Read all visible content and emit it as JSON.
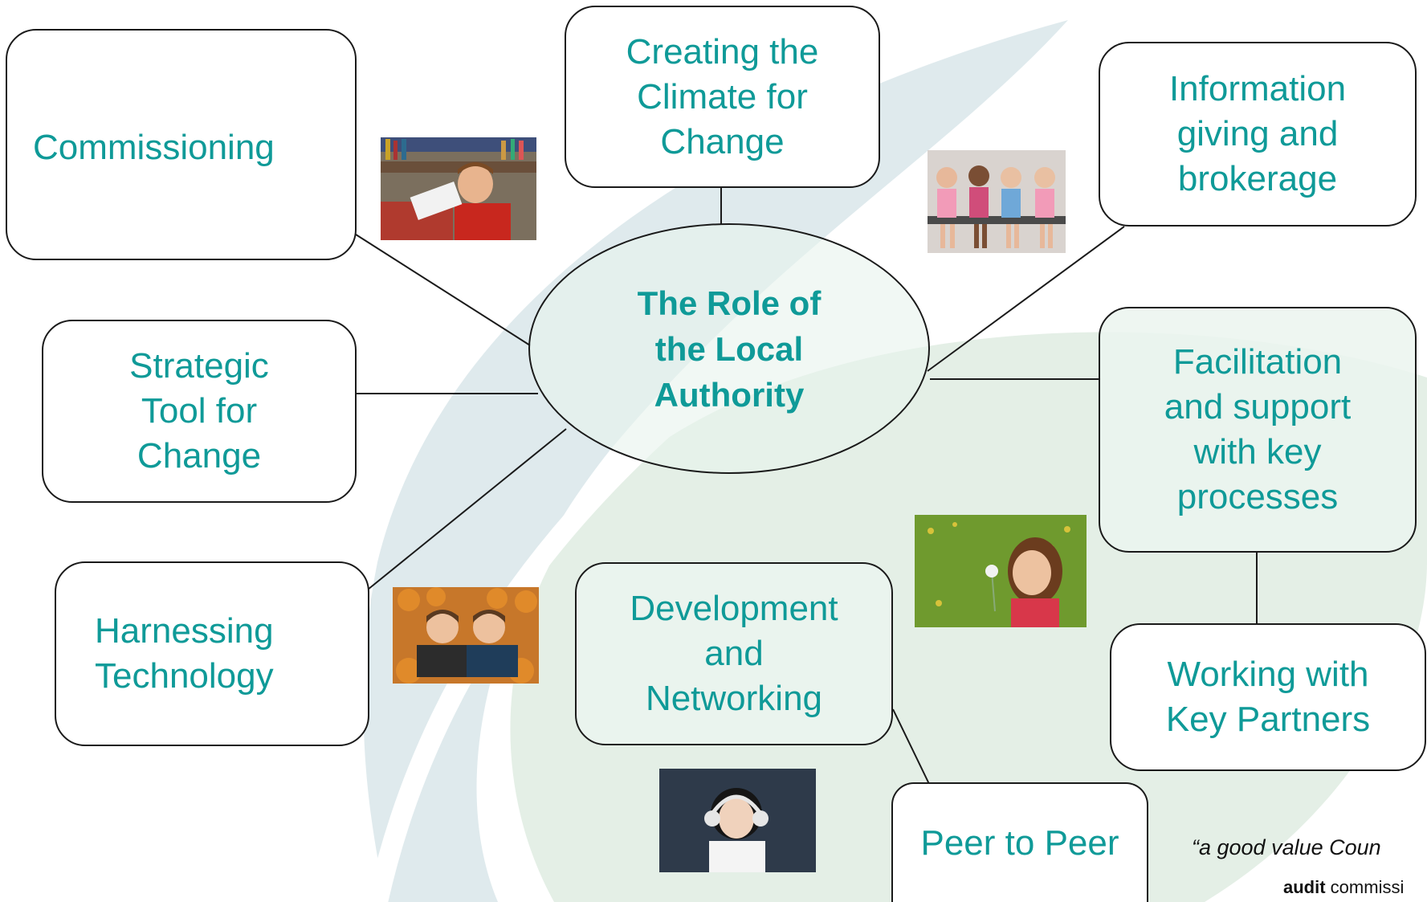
{
  "center": {
    "line1": "The Role of",
    "line2": "the Local",
    "line3": "Authority"
  },
  "nodes": {
    "commissioning": {
      "lines": [
        "Commissioning"
      ]
    },
    "climate": {
      "lines": [
        "Creating the",
        "Climate for",
        "Change"
      ]
    },
    "information": {
      "lines": [
        "Information",
        "giving and",
        "brokerage"
      ]
    },
    "strategic": {
      "lines": [
        "Strategic",
        "Tool for",
        "Change"
      ]
    },
    "facilitation": {
      "lines": [
        "Facilitation",
        "and support",
        "with key",
        "processes"
      ]
    },
    "harnessing": {
      "lines": [
        "Harnessing",
        "Technology"
      ]
    },
    "development": {
      "lines": [
        "Development",
        "and",
        "Networking"
      ]
    },
    "working": {
      "lines": [
        "Working with",
        "Key Partners"
      ]
    },
    "peer": {
      "lines": [
        "Peer to Peer"
      ]
    }
  },
  "footer": {
    "quote": "“a good value Coun",
    "brand_bold": "audit",
    "brand_rest": " commissi"
  },
  "colors": {
    "text": "#0f9a98",
    "border": "#1a1a1a",
    "leaf_light": "#e3efe6",
    "leaf_blue": "#dde9ec"
  }
}
